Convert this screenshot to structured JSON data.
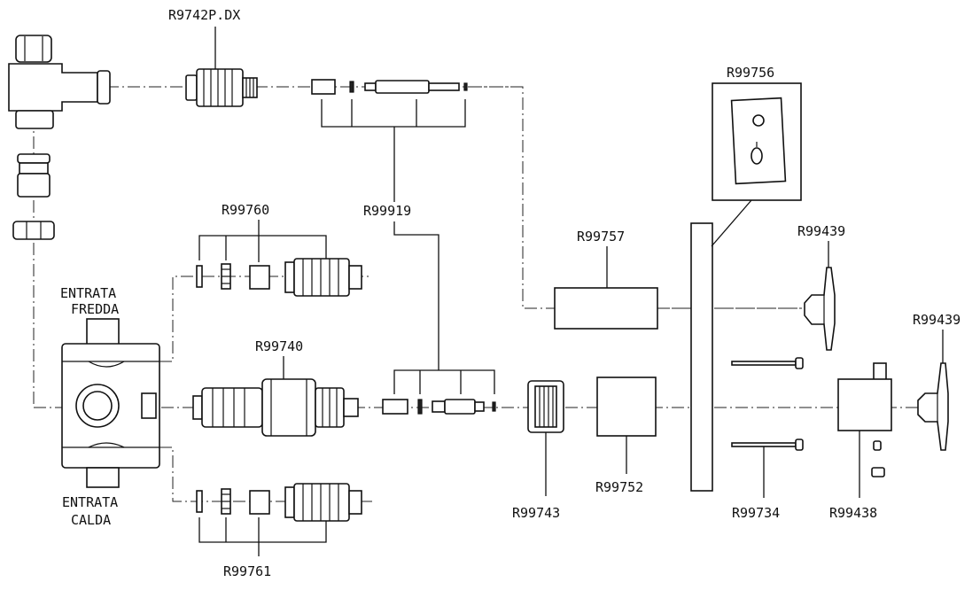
{
  "labels": {
    "r9742p_dx": "R9742P.DX",
    "r99756": "R99756",
    "r99760": "R99760",
    "r99919": "R99919",
    "r99757": "R99757",
    "r99439_a": "R99439",
    "r99439_b": "R99439",
    "r99740": "R99740",
    "r99743": "R99743",
    "r99752": "R99752",
    "r99734": "R99734",
    "r99438": "R99438",
    "r99761": "R99761"
  },
  "inlets": {
    "cold_line1": "ENTRATA",
    "cold_line2": "FREDDA",
    "hot_line1": "ENTRATA",
    "hot_line2": "CALDA"
  },
  "colors": {
    "ink": "#111111",
    "paper": "#ffffff"
  }
}
